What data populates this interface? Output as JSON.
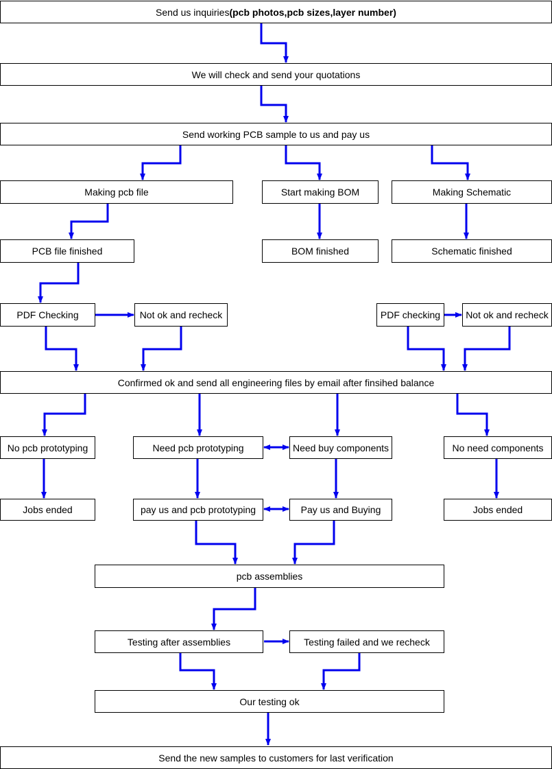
{
  "colors": {
    "arrow": "#0000ee",
    "border": "#000000",
    "text": "#000000",
    "background": "#ffffff"
  },
  "nodes": {
    "inquiries": {
      "text": "Send us inquiries",
      "bold": "(pcb photos,pcb sizes,layer number)"
    },
    "quotation": "We will check and send your quotations",
    "send_sample": "Send working PCB sample to us and pay us",
    "making_pcb_file": "Making pcb file",
    "start_bom": "Start making BOM",
    "making_schematic": "Making Schematic",
    "pcb_file_finished": "PCB file finished",
    "bom_finished": "BOM finished",
    "schematic_finished": "Schematic finished",
    "pdf_checking_left": "PDF Checking",
    "not_ok_left": "Not ok and recheck",
    "pdf_checking_right": "PDF checking",
    "not_ok_right": "Not ok and recheck",
    "confirmed": "Confirmed ok and send all engineering files by email after finsihed balance",
    "no_pcb_proto": "No pcb prototyping",
    "need_pcb_proto": "Need pcb prototyping",
    "need_buy_components": "Need buy components",
    "no_need_components": "No need components",
    "jobs_ended_left": "Jobs ended",
    "pay_pcb_proto": "pay us and pcb prototyping",
    "pay_buying": "Pay us and  Buying",
    "jobs_ended_right": "Jobs ended",
    "pcb_assemblies": "pcb assemblies",
    "testing_after": "Testing after assemblies",
    "testing_failed": "Testing failed and we recheck",
    "testing_ok": "Our testing ok",
    "send_new_samples": "Send the new samples to customers for last verification"
  }
}
